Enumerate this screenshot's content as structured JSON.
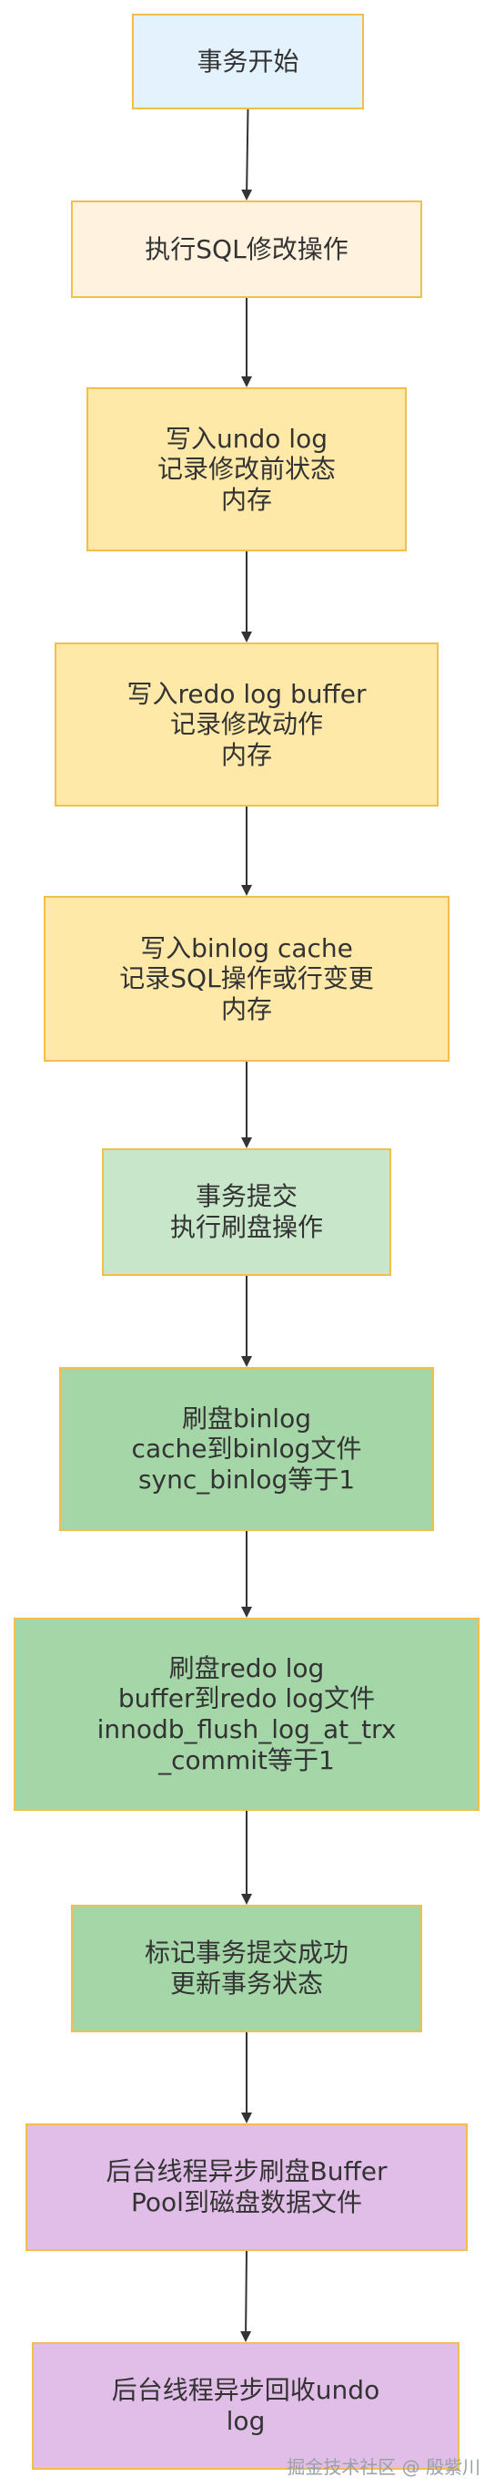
{
  "flowchart": {
    "nodes": [
      {
        "id": "n1",
        "label": "事务开始",
        "color": "#e3f2fd"
      },
      {
        "id": "n2",
        "label": "执行SQL修改操作",
        "color": "#fff3e0"
      },
      {
        "id": "n3",
        "label": "写入undo log\n记录修改前状态\n内存",
        "color": "#ffe9a8"
      },
      {
        "id": "n4",
        "label": "写入redo log buffer\n记录修改动作\n内存",
        "color": "#ffe9a8"
      },
      {
        "id": "n5",
        "label": "写入binlog cache\n记录SQL操作或行变更\n内存",
        "color": "#ffe9a8"
      },
      {
        "id": "n6",
        "label": "事务提交\n执行刷盘操作",
        "color": "#c8e6c9"
      },
      {
        "id": "n7",
        "label": "刷盘binlog\ncache到binlog文件\nsync_binlog等于1",
        "color": "#a5d6a7"
      },
      {
        "id": "n8",
        "label": "刷盘redo log\nbuffer到redo log文件\ninnodb_flush_log_at_trx\n_commit等于1",
        "color": "#a5d6a7"
      },
      {
        "id": "n9",
        "label": "标记事务提交成功\n更新事务状态",
        "color": "#a5d6a7"
      },
      {
        "id": "n10",
        "label": "后台线程异步刷盘Buffer\nPool到磁盘数据文件",
        "color": "#e1bee7"
      },
      {
        "id": "n11",
        "label": "后台线程异步回收undo\nlog",
        "color": "#e1bee7"
      }
    ],
    "edges": [
      [
        "n1",
        "n2"
      ],
      [
        "n2",
        "n3"
      ],
      [
        "n3",
        "n4"
      ],
      [
        "n4",
        "n5"
      ],
      [
        "n5",
        "n6"
      ],
      [
        "n6",
        "n7"
      ],
      [
        "n7",
        "n8"
      ],
      [
        "n8",
        "n9"
      ],
      [
        "n9",
        "n10"
      ],
      [
        "n10",
        "n11"
      ]
    ]
  },
  "watermark": "掘金技术社区 @ 殷紫川",
  "colors": {
    "border": "#f2c04a",
    "arrow": "#333333"
  }
}
